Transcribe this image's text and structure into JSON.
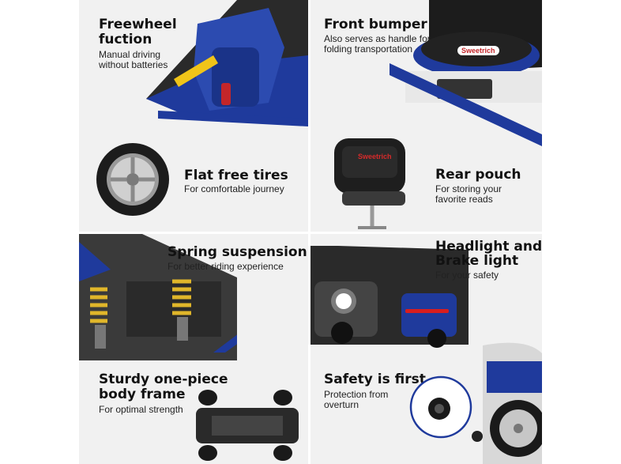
{
  "panels": {
    "freewheel": {
      "title_line1": "Freewheel",
      "title_line2": "fuction",
      "subtitle_line1": "Manual driving",
      "subtitle_line2": "without batteries"
    },
    "front_bumper": {
      "title": "Front bumper",
      "subtitle_line1": "Also serves as handle for",
      "subtitle_line2": "folding transportation",
      "brand_logo": "Sweetrich"
    },
    "flat_free_tires": {
      "title": "Flat free tires",
      "subtitle": "For comfortable journey"
    },
    "rear_pouch": {
      "title": "Rear pouch",
      "subtitle_line1": "For storing your",
      "subtitle_line2": "favorite reads",
      "brand_logo": "Sweetrich"
    },
    "spring_suspension": {
      "title": "Spring suspension",
      "subtitle": "For better riding experience"
    },
    "headlight_brake": {
      "title_line1": "Headlight and",
      "title_line2": "Brake light",
      "subtitle": "For your safety"
    },
    "body_frame": {
      "title_line1": "Sturdy one-piece",
      "title_line2": "body frame",
      "subtitle": "For optimal strength"
    },
    "safety": {
      "title": "Safety is first",
      "subtitle_line1": "Protection from",
      "subtitle_line2": "overturn"
    }
  },
  "colors": {
    "accent_blue": "#1f3a9c",
    "dark": "#1a1a1a",
    "panel_bg": "#f1f1f1",
    "spring_yellow": "#e0b62a",
    "brake_red": "#d81e1e"
  }
}
